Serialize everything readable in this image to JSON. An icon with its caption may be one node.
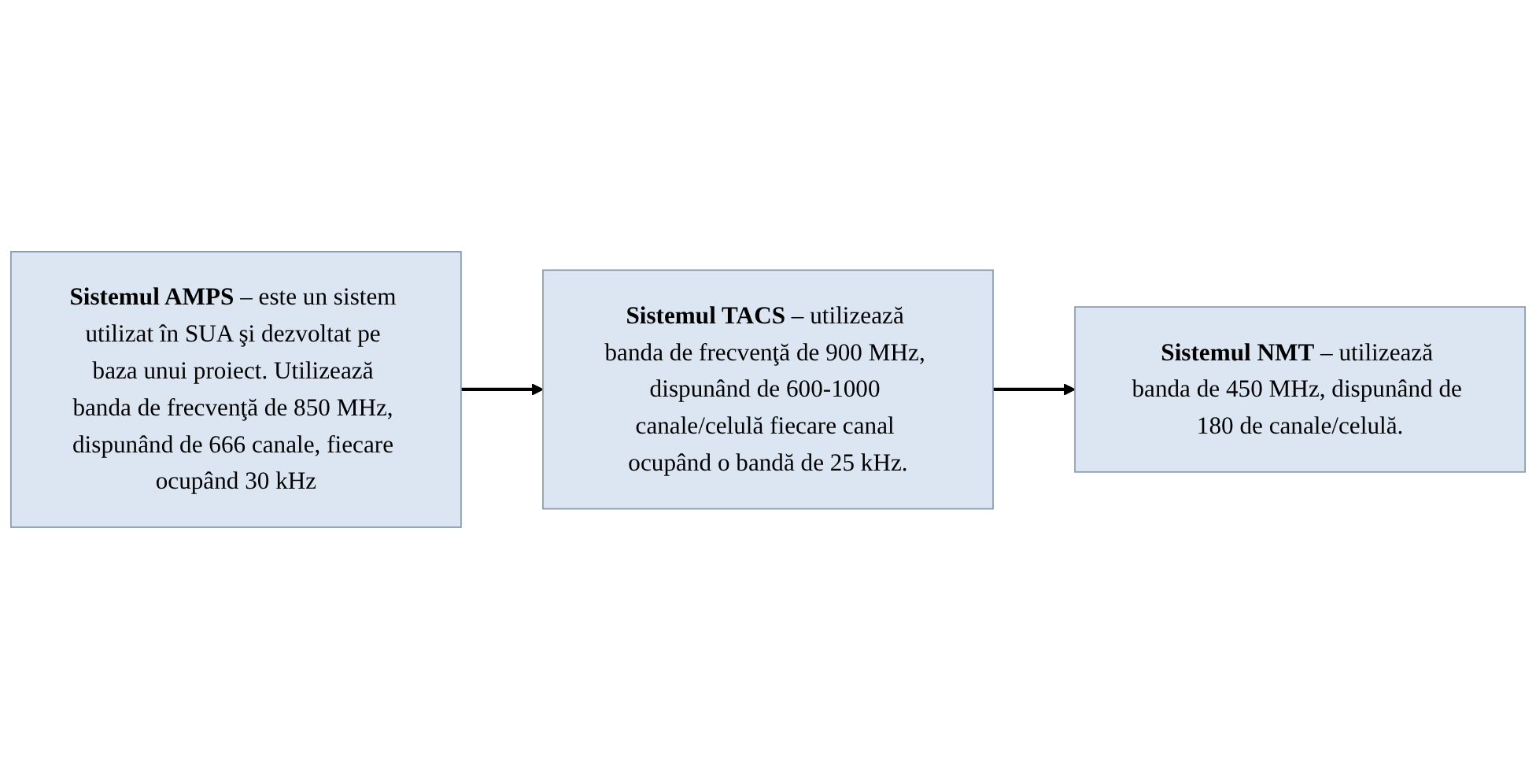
{
  "diagram": {
    "nodes": [
      {
        "text": [
          "**Sistemul AMPS** – este un sistem utilizat în SUA şi dezvoltat pe baza unui proiect. Utilizează banda de frecvenţă de 850 MHz, dispunând de 666 canale, fiecare ocupând 30 kHz"
        ]
      },
      {
        "text": [
          "**Sistemul TACS** – utilizează banda de frecvenţă de 900 MHz, dispunând de 600-1000 canale/celulă fiecare canal ocupând o bandă de 25 kHz."
        ]
      },
      {
        "text": [
          "**Sistemul NMT** – utilizează banda de 450 MHz, dispunând de 180 de canale/celulă."
        ]
      }
    ],
    "edges": [
      {
        "from": 0,
        "to": 1,
        "arrow": "to"
      },
      {
        "from": 1,
        "to": 2,
        "arrow": "to"
      }
    ]
  }
}
